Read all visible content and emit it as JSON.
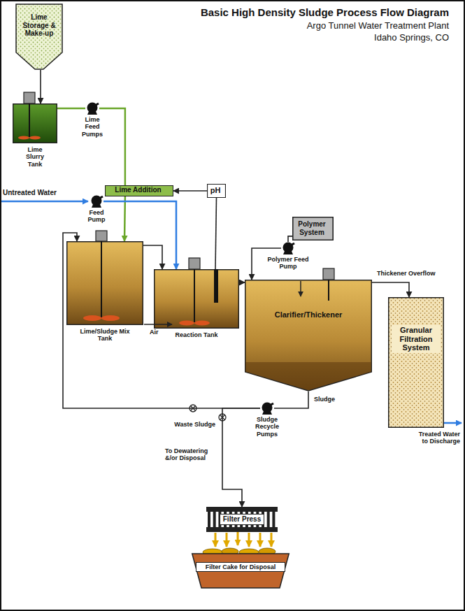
{
  "diagram": {
    "title": "Basic High Density Sludge Process Flow Diagram",
    "nodes": [
      {
        "text": [
          "Lime Storage & Make-up"
        ]
      },
      {
        "text": [
          "Lime Slurry Tank"
        ]
      },
      {
        "text": [
          "Lime Feed Pumps"
        ]
      },
      {
        "text": [
          "Lime Addition"
        ]
      },
      {
        "text": [
          "pH"
        ]
      },
      {
        "text": [
          "Feed Pump"
        ]
      },
      {
        "text": [
          "Lime/Sludge Mix Tank"
        ]
      },
      {
        "text": [
          "Reaction Tank"
        ]
      },
      {
        "text": [
          "Polymer System"
        ]
      },
      {
        "text": [
          "Polymer Feed Pump"
        ]
      },
      {
        "text": [
          "Clarifier/Thickener"
        ]
      },
      {
        "text": [
          "Granular Filtration System"
        ]
      },
      {
        "text": [
          "Sludge Recycle Pumps"
        ]
      },
      {
        "text": [
          "Filter Press"
        ]
      },
      {
        "text": [
          "Filter Cake for Disposal"
        ]
      }
    ],
    "edges": [
      {
        "from": 0,
        "to": 1,
        "arrow": "to"
      },
      {
        "from": 1,
        "to": 2,
        "arrow": "none"
      },
      {
        "from": 2,
        "to": 3,
        "arrow": "none"
      },
      {
        "from": 3,
        "to": 6,
        "arrow": "to"
      },
      {
        "from": 4,
        "to": 3,
        "arrow": "to"
      },
      {
        "from": 7,
        "to": 4,
        "arrow": "none"
      },
      {
        "from": 5,
        "to": 7,
        "arrow": "to"
      },
      {
        "from": 6,
        "to": 7,
        "arrow": "to"
      },
      {
        "from": 7,
        "to": 10,
        "arrow": "to"
      },
      {
        "from": 8,
        "to": 9,
        "arrow": "none"
      },
      {
        "from": 9,
        "to": 10,
        "arrow": "to"
      },
      {
        "from": 10,
        "to": 11,
        "label": "Thickener Overflow",
        "arrow": "to"
      },
      {
        "from": 10,
        "to": 12,
        "label": "Sludge",
        "arrow": "none"
      },
      {
        "from": 12,
        "to": 6,
        "arrow": "to"
      },
      {
        "from": 12,
        "to": 13,
        "arrow": "to"
      },
      {
        "from": 13,
        "to": 14,
        "arrow": "to"
      }
    ],
    "labels": [
      "Argo Tunnel Water Treatment Plant",
      "Idaho Springs, CO",
      "Untreated Water",
      "Air",
      "Waste Sludge",
      "To Dewatering &/or Disposal",
      "Treated Water to Discharge"
    ]
  }
}
